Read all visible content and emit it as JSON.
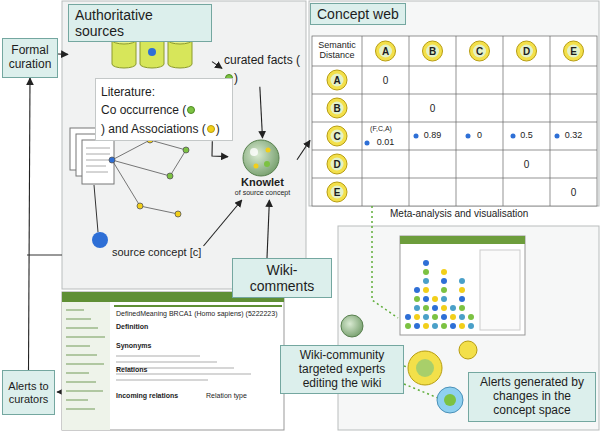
{
  "diagram": {
    "nodes": [
      {
        "text": [
          "Authoritative sources"
        ]
      },
      {
        "text": [
          "Formal curation"
        ]
      },
      {
        "text": [
          "curated facts (",
          ")"
        ]
      },
      {
        "text": [
          "Literature:",
          "Co occurrence (",
          ") and Associations (",
          ")"
        ]
      },
      {
        "text": [
          "source concept [c]"
        ]
      },
      {
        "text": [
          "Knowlet",
          "of source concept"
        ]
      },
      {
        "text": [
          "Wiki-comments"
        ]
      },
      {
        "text": [
          "Alerts to curators"
        ]
      },
      {
        "text": [
          "Concept web"
        ]
      },
      {
        "text": [
          "Meta-analysis and visualisation"
        ]
      },
      {
        "text": [
          "Wiki-community targeted experts editing the wiki"
        ]
      },
      {
        "text": [
          "Alerts generated by changes in the concept space"
        ]
      }
    ],
    "edges": [
      {
        "from": 1,
        "to": 0,
        "arrow": "to"
      },
      {
        "from": 0,
        "to": 2,
        "arrow": "to"
      },
      {
        "from": 2,
        "to": 5,
        "arrow": "to"
      },
      {
        "from": 3,
        "to": 5,
        "arrow": "to"
      },
      {
        "from": 4,
        "to": 5,
        "arrow": "to"
      },
      {
        "from": 6,
        "to": 5,
        "arrow": "to"
      },
      {
        "from": 5,
        "to": 8,
        "arrow": "to"
      },
      {
        "from": 7,
        "to": 1,
        "arrow": "to"
      }
    ],
    "labels": [
      "Semantic Distance",
      "A",
      "B",
      "C",
      "D",
      "E",
      "A",
      "B",
      "C",
      "D",
      "E",
      "0",
      "0",
      "(F,C,A)",
      "0.01",
      "0.89",
      "0",
      "0.5",
      "0.32",
      "0",
      "0",
      "DefinedMeaning BRCA1 (Homo sapiens) (5222223)",
      "Definition",
      "Synonyms",
      "Relations",
      "Incoming relations",
      "Relation type"
    ]
  }
}
